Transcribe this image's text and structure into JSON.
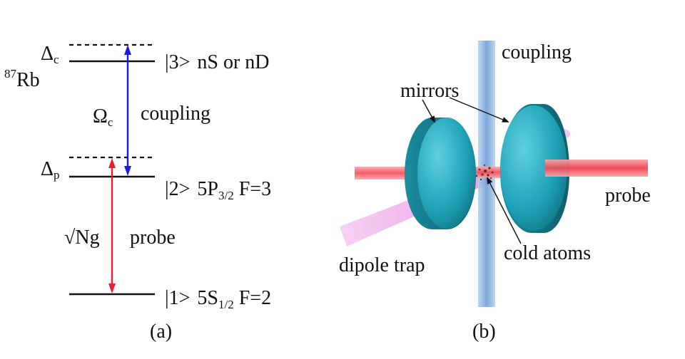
{
  "level_scheme": {
    "atom": {
      "superscript": "87",
      "symbol": "Rb"
    },
    "detunings": {
      "coupling": {
        "symbol": "Δ",
        "sub": "c"
      },
      "probe": {
        "symbol": "Δ",
        "sub": "p"
      }
    },
    "levels": [
      {
        "ket": "|3>",
        "label": "nS or nD"
      },
      {
        "ket": "|2>",
        "label_prefix": "5P",
        "label_sub": "3/2",
        "label_suffix": " F=3"
      },
      {
        "ket": "|1>",
        "label_prefix": "5S",
        "label_sub": "1/2",
        "label_suffix": " F=2"
      }
    ],
    "coupling": {
      "symbol": "Ω",
      "sub": "c",
      "name": "coupling"
    },
    "probe": {
      "symbol": "√Ng",
      "name": "probe"
    },
    "panel_label": "(a)"
  },
  "setup": {
    "labels": {
      "coupling": "coupling",
      "mirrors": "mirrors",
      "probe": "probe",
      "dipole_trap": "dipole trap",
      "cold_atoms": "cold atoms"
    },
    "panel_label": "(b)"
  },
  "colors": {
    "coupling_arrow": "#1a1adf",
    "probe_arrow": "#e8202a",
    "coupling_beam": "#6f9fd8",
    "probe_beam": "#f24a55",
    "dipole_beam": "#f3b6ee",
    "mirror": "#1f9fb3"
  }
}
